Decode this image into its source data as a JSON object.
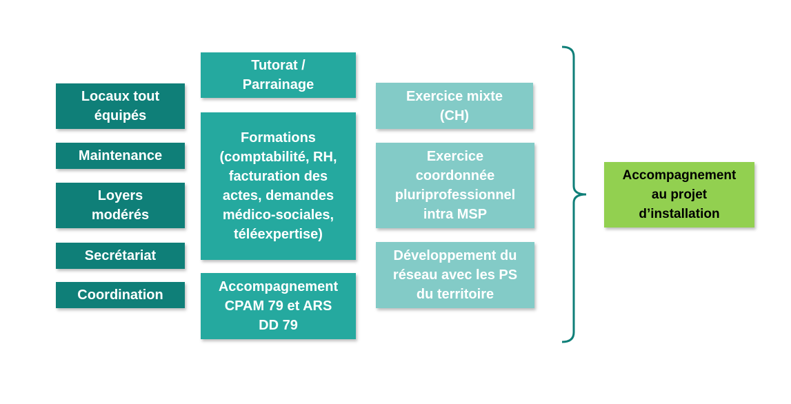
{
  "col1": [
    "Locaux tout\néquipés",
    "Maintenance",
    "Loyers\nmodérés",
    "Secrétariat",
    "Coordination"
  ],
  "col2": [
    "Tutorat /\nParrainage",
    "Formations\n(comptabilité, RH,\nfacturation des\nactes, demandes\nmédico-sociales,\ntéléexpertise)",
    "Accompagnement\nCPAM 79 et ARS\nDD 79"
  ],
  "col3": [
    "Exercice mixte\n(CH)",
    "Exercice\ncoordonnée\npluriprofessionnel\nintra MSP",
    "Développement du\nréseau avec les PS\ndu territoire"
  ],
  "result": "Accompagnement\nau projet\nd’installation",
  "colors": {
    "col1": "#0f7f78",
    "col2": "#25a99f",
    "col3": "#83cbc7",
    "result": "#92d050",
    "brace": "#0f7f78"
  }
}
